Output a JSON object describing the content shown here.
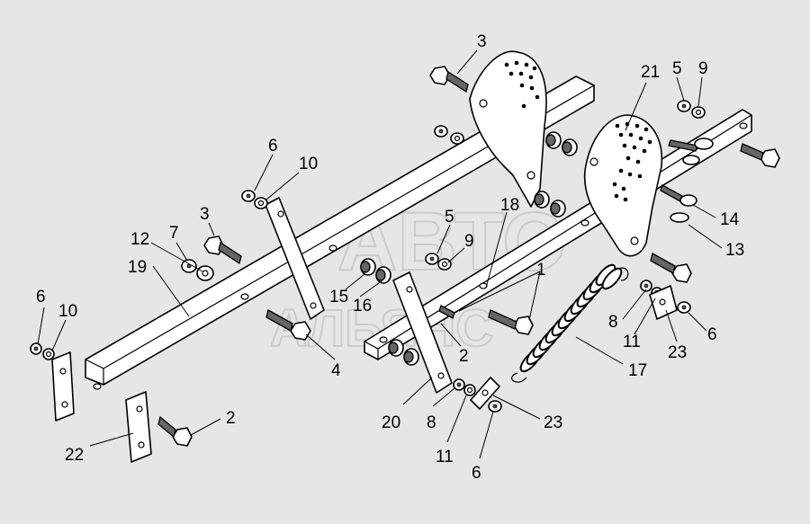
{
  "watermark": {
    "line1": "АВТО",
    "line2": "АЛЬЯНС"
  },
  "callouts": [
    {
      "id": "c-3a",
      "text": "3"
    },
    {
      "id": "c-21",
      "text": "21"
    },
    {
      "id": "c-5a",
      "text": "5"
    },
    {
      "id": "c-9a",
      "text": "9"
    },
    {
      "id": "c-6a",
      "text": "6"
    },
    {
      "id": "c-10a",
      "text": "10"
    },
    {
      "id": "c-3b",
      "text": "3"
    },
    {
      "id": "c-7",
      "text": "7"
    },
    {
      "id": "c-12",
      "text": "12"
    },
    {
      "id": "c-19",
      "text": "19"
    },
    {
      "id": "c-5b",
      "text": "5"
    },
    {
      "id": "c-9b",
      "text": "9"
    },
    {
      "id": "c-18",
      "text": "18"
    },
    {
      "id": "c-14",
      "text": "14"
    },
    {
      "id": "c-13",
      "text": "13"
    },
    {
      "id": "c-1",
      "text": "1"
    },
    {
      "id": "c-15",
      "text": "15"
    },
    {
      "id": "c-16",
      "text": "16"
    },
    {
      "id": "c-6b",
      "text": "6"
    },
    {
      "id": "c-10b",
      "text": "10"
    },
    {
      "id": "c-4",
      "text": "4"
    },
    {
      "id": "c-2a",
      "text": "2"
    },
    {
      "id": "c-8a",
      "text": "8"
    },
    {
      "id": "c-11a",
      "text": "11"
    },
    {
      "id": "c-6c",
      "text": "6"
    },
    {
      "id": "c-23a",
      "text": "23"
    },
    {
      "id": "c-17",
      "text": "17"
    },
    {
      "id": "c-2b",
      "text": "2"
    },
    {
      "id": "c-22",
      "text": "22"
    },
    {
      "id": "c-20",
      "text": "20"
    },
    {
      "id": "c-8b",
      "text": "8"
    },
    {
      "id": "c-23b",
      "text": "23"
    },
    {
      "id": "c-11b",
      "text": "11"
    },
    {
      "id": "c-6d",
      "text": "6"
    }
  ]
}
